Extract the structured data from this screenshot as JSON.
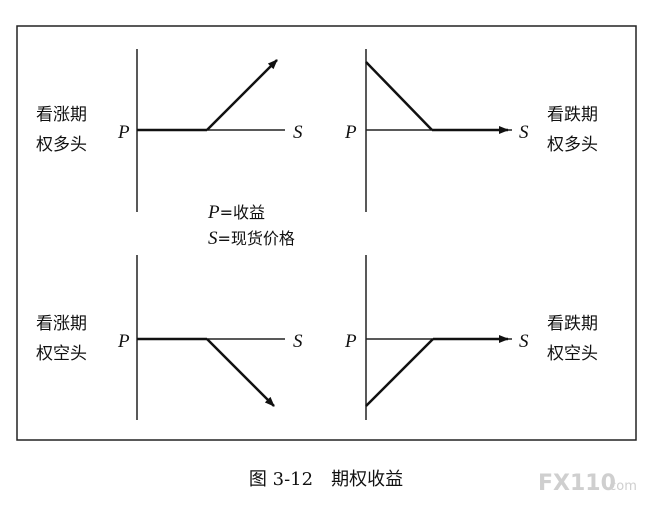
{
  "panels": [
    {
      "id": "long-call",
      "label_line1": "看涨期",
      "label_line2": "权多头",
      "y_axis": "P",
      "x_axis": "S"
    },
    {
      "id": "long-put",
      "label_line1": "看跌期",
      "label_line2": "权多头",
      "y_axis": "P",
      "x_axis": "S"
    },
    {
      "id": "short-call",
      "label_line1": "看涨期",
      "label_line2": "权空头",
      "y_axis": "P",
      "x_axis": "S"
    },
    {
      "id": "short-put",
      "label_line1": "看跌期",
      "label_line2": "权空头",
      "y_axis": "P",
      "x_axis": "S"
    }
  ],
  "legend": {
    "p_symbol": "P",
    "p_text": "=收益",
    "s_symbol": "S",
    "s_text": "=现货价格"
  },
  "caption": "图 3-12　期权收益",
  "watermark": {
    "brand": "FX110",
    "suffix": ".com"
  }
}
